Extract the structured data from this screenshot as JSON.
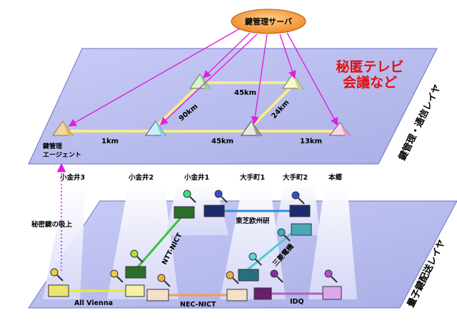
{
  "server": {
    "label": "鍵管理サーバ"
  },
  "upper_layer": {
    "label": "鍵管理・通信レイヤ",
    "app_label_line1": "秘匿テレビ",
    "app_label_line2": "会議など",
    "agent_line1": "鍵管理",
    "agent_line2": "エージェント",
    "links": {
      "a": "45km",
      "b": "90km",
      "c": "24km",
      "d": "1km",
      "e": "45km",
      "f": "13km"
    }
  },
  "lower_layer": {
    "label": "量子鍵配送レイヤ",
    "sites": [
      "小金井3",
      "小金井2",
      "小金井1",
      "大手町1",
      "大手町2",
      "本郷"
    ],
    "links": {
      "ntt": "NTT-NICT",
      "toshiba": "東芝欧州研",
      "mitsubishi": "三菱電機",
      "allvienna": "All Vienna",
      "nec": "NEC-NICT",
      "idq": "IDQ"
    },
    "secret_key_label": "秘密鍵の吸上"
  },
  "colors": {
    "plane_fill": "#b9bdf0",
    "plane_edge": "#6c72c8",
    "server_fill": "#f39a3c",
    "magenta": "#e020e0",
    "link_yellow": "#f6ec8a",
    "red_text": "#e01010"
  }
}
